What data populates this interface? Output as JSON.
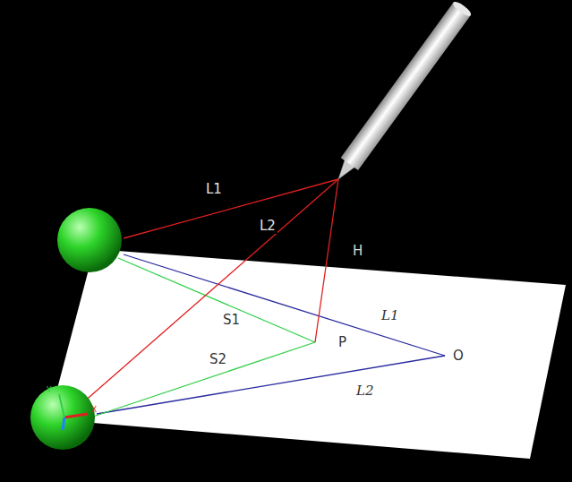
{
  "diagram": {
    "labels": [
      "L1",
      "L2",
      "H",
      "S1",
      "P",
      "L1",
      "S2",
      "O",
      "L2",
      "Y",
      "X"
    ]
  }
}
